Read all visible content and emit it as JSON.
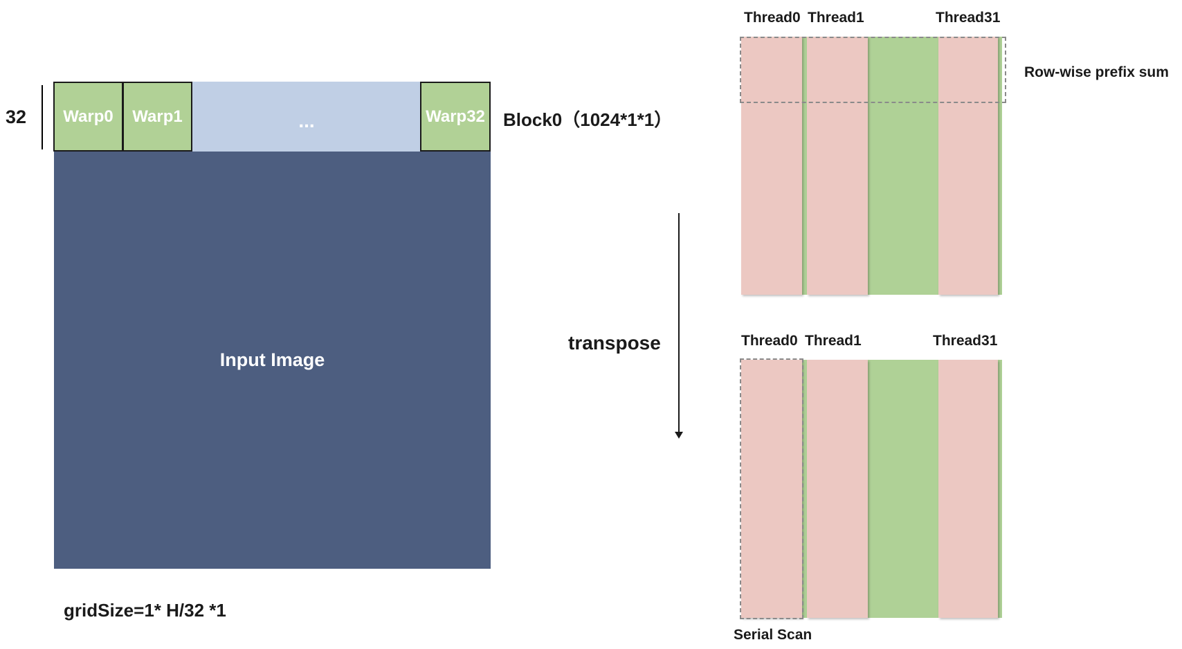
{
  "left": {
    "dimension_label": "32",
    "warps": [
      "Warp0",
      "Warp1",
      "Warp32"
    ],
    "ellipsis": "...",
    "block_label": "Block0（1024*1*1）",
    "image_label": "Input Image",
    "grid_label": "gridSize=1* H/32 *1"
  },
  "middle": {
    "transpose_label": "transpose"
  },
  "top_panel": {
    "thread_labels": [
      "Thread0",
      "Thread1",
      "Thread31"
    ],
    "annotation": "Row-wise prefix sum"
  },
  "bottom_panel": {
    "thread_labels": [
      "Thread0",
      "Thread1",
      "Thread31"
    ],
    "annotation": "Serial Scan"
  },
  "colors": {
    "image_fill": "#4d5e80",
    "block_fill": "#c0cfe5",
    "warp_fill": "#b1d196",
    "thread_fill": "#ecc8c2",
    "panel_fill": "#afd196",
    "dash_border": "#8a8a8a"
  }
}
